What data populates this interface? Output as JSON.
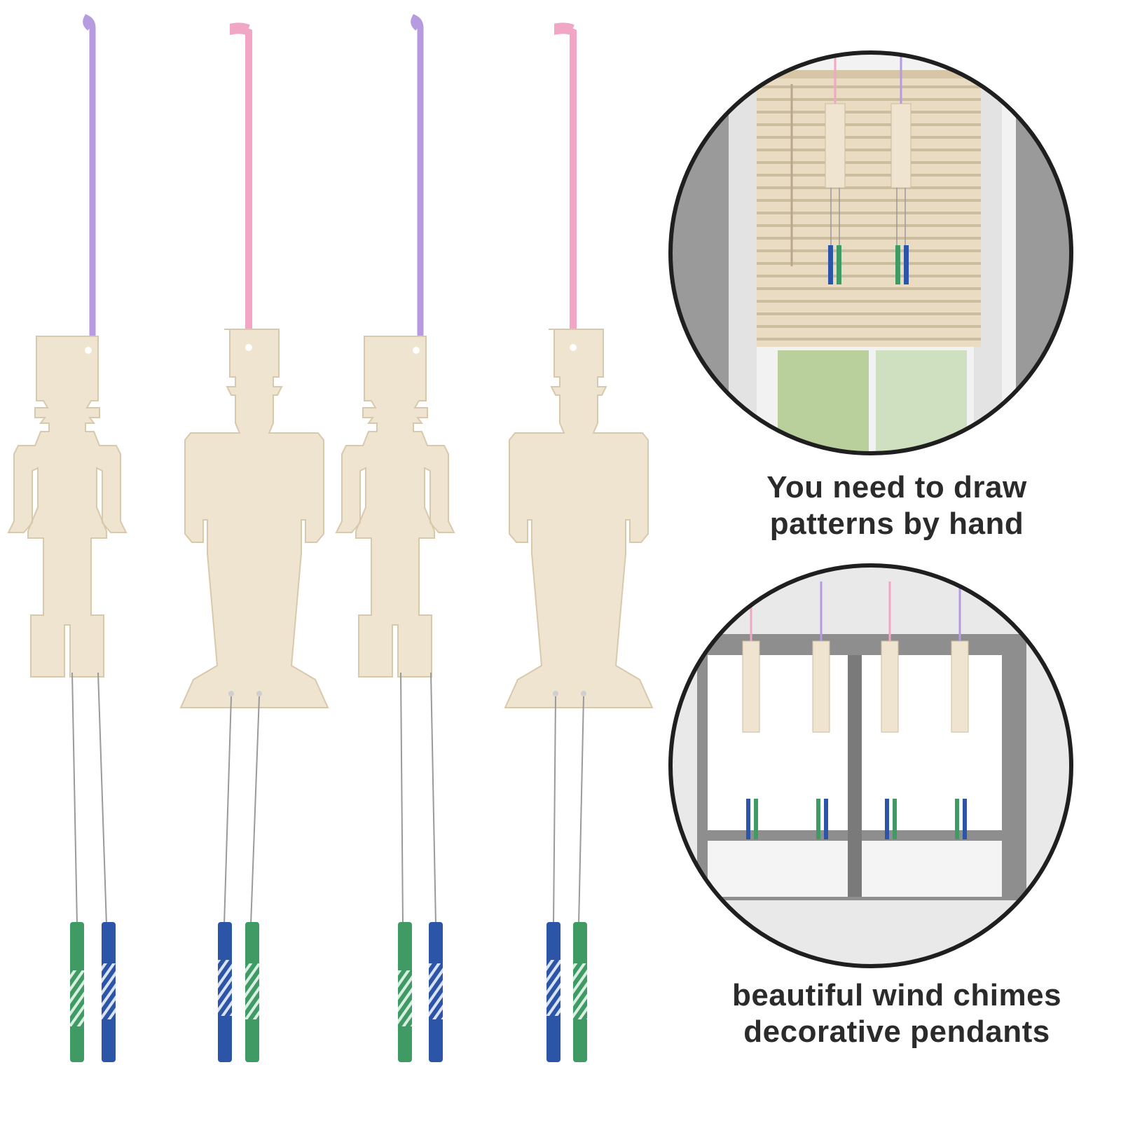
{
  "captions": {
    "top": [
      "You need to draw",
      "patterns by hand"
    ],
    "bottom": [
      "beautiful wind chimes",
      "decorative pendants"
    ]
  },
  "colors": {
    "wood": "#efe4cf",
    "wood_edge": "#d8c9ad",
    "ribbon_purple": "#b79be0",
    "ribbon_pink": "#f2a6c6",
    "chime_green": "#3f9a63",
    "chime_blue": "#2c55a8",
    "string": "#9a9a9a",
    "circle_border": "#1f1f1f",
    "caption_text": "#2b2b2b"
  },
  "products": [
    {
      "style": "soldier-a",
      "ribbon": "purple",
      "chimes": [
        "green",
        "blue"
      ]
    },
    {
      "style": "soldier-b",
      "ribbon": "pink",
      "chimes": [
        "blue",
        "green"
      ]
    },
    {
      "style": "soldier-a",
      "ribbon": "purple",
      "chimes": [
        "green",
        "blue"
      ]
    },
    {
      "style": "soldier-b",
      "ribbon": "pink",
      "chimes": [
        "blue",
        "green"
      ]
    }
  ],
  "insets": [
    {
      "scene": "window-blind",
      "items": 2
    },
    {
      "scene": "window-frame",
      "items": 4
    }
  ]
}
